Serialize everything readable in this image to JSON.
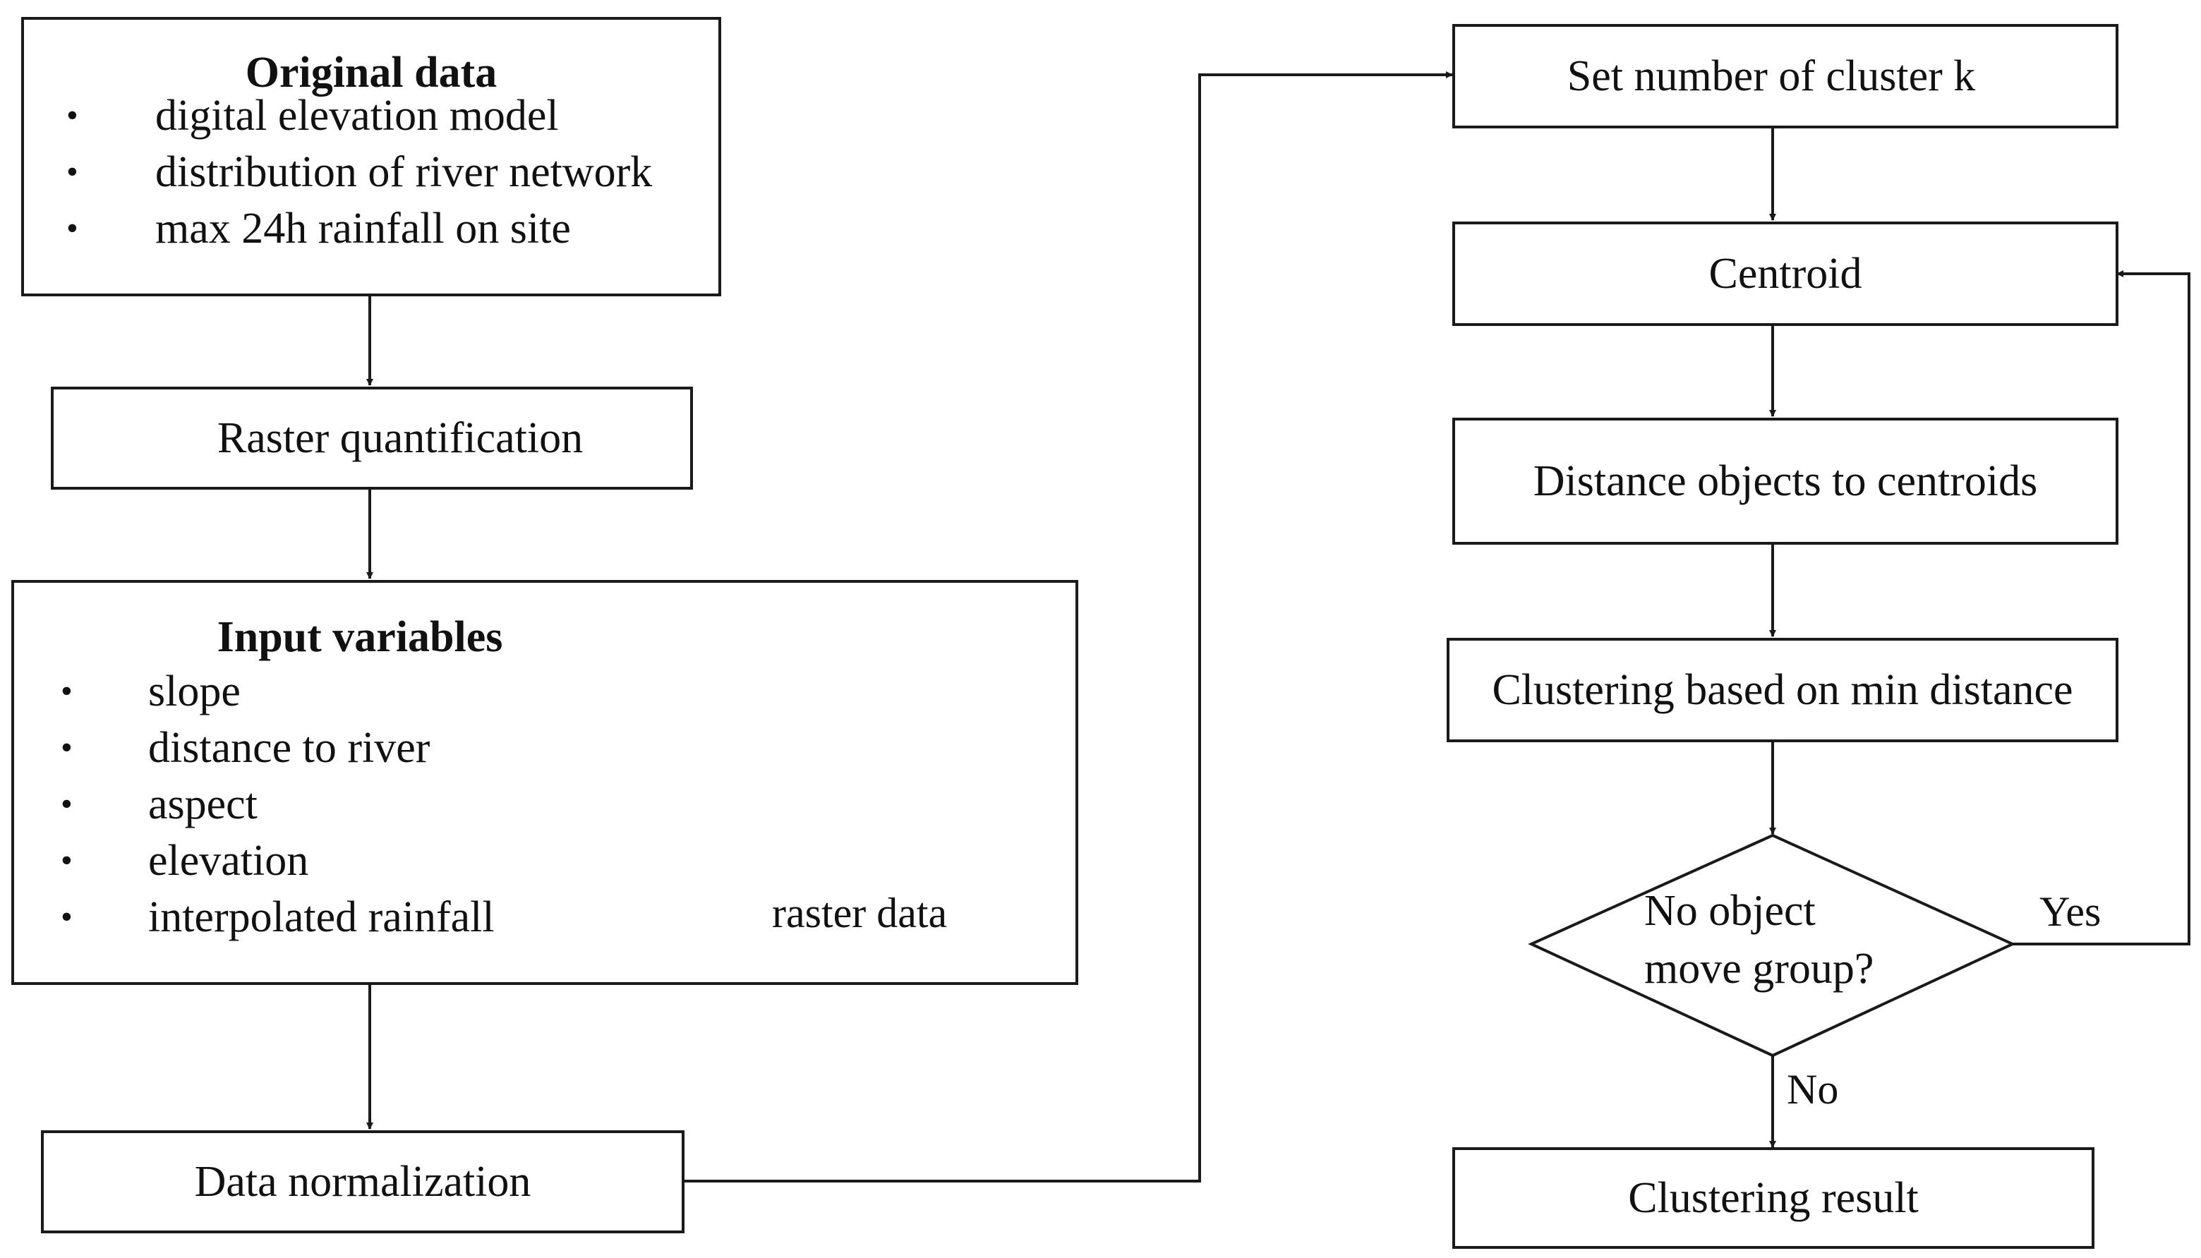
{
  "original_data": {
    "title": "Original data",
    "items": [
      "digital elevation model",
      "distribution of river network",
      "max 24h rainfall on site"
    ]
  },
  "raster_quantification": {
    "label": "Raster quantification"
  },
  "input_variables": {
    "title": "Input variables",
    "items": [
      "slope",
      "distance to river",
      "aspect",
      "elevation",
      "interpolated rainfall"
    ],
    "raster_caption": "raster data"
  },
  "data_normalization": {
    "label": "Data normalization"
  },
  "set_k": {
    "label": "Set number of cluster k"
  },
  "centroid": {
    "label": "Centroid"
  },
  "distance": {
    "label": "Distance objects to centroids"
  },
  "clustering_min": {
    "label": "Clustering based on min distance"
  },
  "decision": {
    "line1": "No object",
    "line2": "move group?"
  },
  "edge_yes": {
    "label": "Yes"
  },
  "edge_no": {
    "label": "No"
  },
  "clustering_result": {
    "label": "Clustering result"
  },
  "bullet_char": "•"
}
